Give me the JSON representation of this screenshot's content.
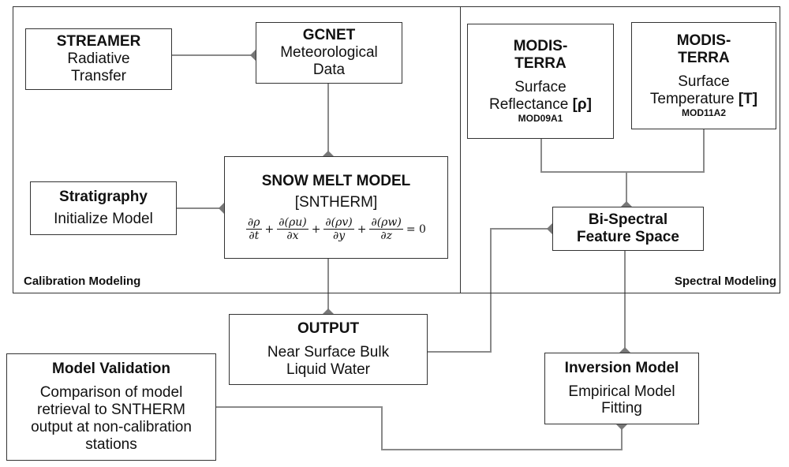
{
  "panels": {
    "calibration": "Calibration Modeling",
    "spectral": "Spectral Modeling"
  },
  "nodes": {
    "streamer": {
      "title": "STREAMER",
      "line1": "Radiative",
      "line2": "Transfer"
    },
    "gcnet": {
      "title": "GCNET",
      "line1": "Meteorological",
      "line2": "Data"
    },
    "modis_reflect": {
      "title1": "MODIS-",
      "title2": "TERRA",
      "line1": "Surface",
      "line2": "Reflectance",
      "symbol": "[ρ]",
      "code": "MOD09A1"
    },
    "modis_temp": {
      "title1": "MODIS-",
      "title2": "TERRA",
      "line1": "Surface",
      "line2": "Temperature",
      "symbol": "[T]",
      "code": "MOD11A2"
    },
    "stratigraphy": {
      "title": "Stratigraphy",
      "line1": "Initialize Model"
    },
    "snowmelt": {
      "title": "SNOW MELT MODEL",
      "line1": "[SNTHERM]",
      "equation": {
        "terms": [
          {
            "num": "∂ρ",
            "den": "∂t"
          },
          {
            "num": "∂(ρu)",
            "den": "∂x"
          },
          {
            "num": "∂(ρv)",
            "den": "∂y"
          },
          {
            "num": "∂(ρw)",
            "den": "∂z"
          }
        ],
        "plus": "+",
        "rhs": "= 0"
      }
    },
    "bispectral": {
      "line1": "Bi-Spectral",
      "line2": "Feature Space"
    },
    "output": {
      "title": "OUTPUT",
      "line1": "Near Surface Bulk",
      "line2": "Liquid Water"
    },
    "validation": {
      "title": "Model Validation",
      "line1": "Comparison of model",
      "line2": "retrieval to SNTHERM",
      "line3": "output at non-calibration",
      "line4": "stations"
    },
    "inversion": {
      "title": "Inversion Model",
      "line1": "Empirical Model",
      "line2": "Fitting"
    }
  },
  "colors": {
    "border": "#333333",
    "connector": "#8a8a8a"
  }
}
